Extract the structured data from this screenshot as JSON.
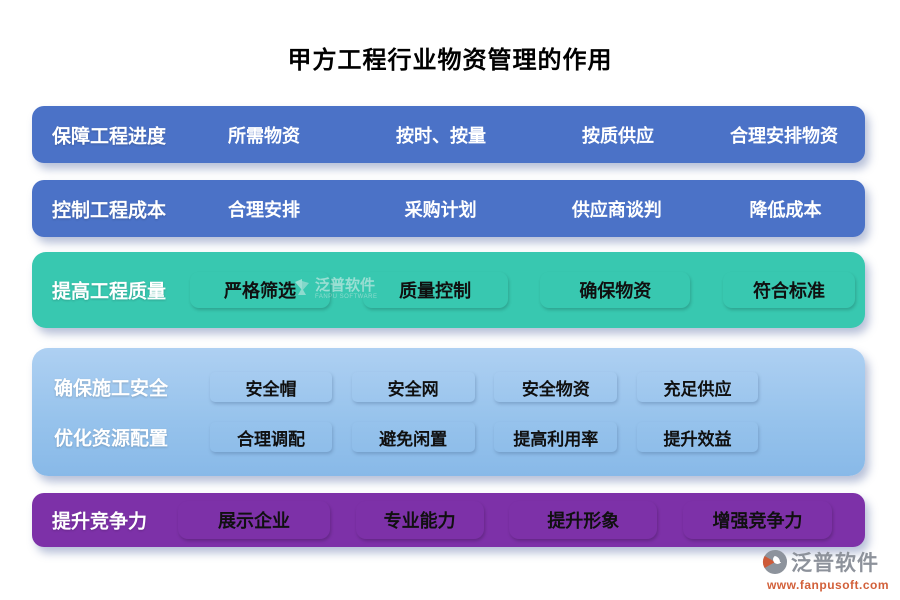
{
  "title": "甲方工程行业物资管理的作用",
  "panels": [
    {
      "label": "保障工程进度",
      "buttons": [
        "所需物资",
        "按时、按量",
        "按质供应",
        "合理安排物资"
      ]
    },
    {
      "label": "控制工程成本",
      "buttons": [
        "合理安排",
        "采购计划",
        "供应商谈判",
        "降低成本"
      ]
    },
    {
      "label": "提高工程质量",
      "buttons": [
        "严格筛选",
        "质量控制",
        "确保物资",
        "符合标准"
      ]
    },
    {
      "rows": [
        {
          "label": "确保施工安全",
          "buttons": [
            "安全帽",
            "安全网",
            "安全物资",
            "充足供应"
          ]
        },
        {
          "label": "优化资源配置",
          "buttons": [
            "合理调配",
            "避免闲置",
            "提高利用率",
            "提升效益"
          ]
        }
      ]
    },
    {
      "label": "提升竞争力",
      "buttons": [
        "展示企业",
        "专业能力",
        "提升形象",
        "增强竞争力"
      ]
    }
  ],
  "watermark": {
    "name": "泛普软件",
    "sub": "FANPU SOFTWARE"
  },
  "footer": {
    "brand": "泛普软件",
    "website": "www.fanpusoft.com"
  },
  "colors": {
    "blue": "#4b72c7",
    "teal": "#38c8b0",
    "light_blue_top": "#aed0f2",
    "light_blue_bottom": "#88b9e8",
    "purple": "#7d31a8",
    "gold_border": "#cfc06e"
  }
}
